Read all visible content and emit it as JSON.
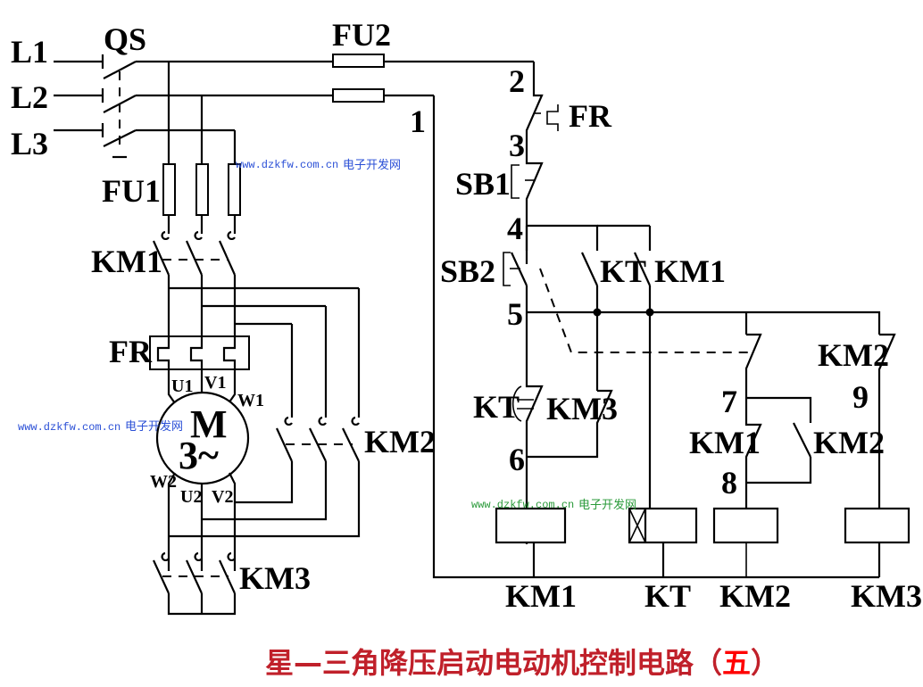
{
  "title": {
    "main": "星—三角降压启动电动机控制电路（",
    "number": "五",
    "close": "）",
    "color": "#c0202a",
    "number_color": "#ff0000"
  },
  "watermark": {
    "url": "www.dzkfw.com.cn",
    "site_name": "电子开发网",
    "colors": {
      "blue": "#2a4fd6",
      "green": "#2a9a3a"
    }
  },
  "power_circuit": {
    "lines": [
      "L1",
      "L2",
      "L3"
    ],
    "main_switch": "QS",
    "fuses": "FU1",
    "main_contactor": "KM1",
    "thermal_relay": "FR",
    "delta_contactor": "KM2",
    "star_contactor": "KM3",
    "motor": {
      "symbol": "M",
      "phase": "3~",
      "terminals": [
        "U1",
        "V1",
        "W1",
        "W2",
        "U2",
        "V2"
      ]
    }
  },
  "control_circuit": {
    "fuse": "FU2",
    "nodes": [
      "1",
      "2",
      "3",
      "4",
      "5",
      "6",
      "7",
      "8",
      "9"
    ],
    "contacts": {
      "overload_nc": "FR",
      "stop_button": "SB1",
      "start_button": "SB2",
      "timer_hold": "KT",
      "km1_hold": "KM1",
      "timer_delay_nc": "KT",
      "km3_nc": "KM3",
      "km2_nc": "KM2",
      "km1_nc": "KM1",
      "km2_hold": "KM2"
    },
    "coils": [
      "KM1",
      "KT",
      "KM2",
      "KM3"
    ]
  }
}
